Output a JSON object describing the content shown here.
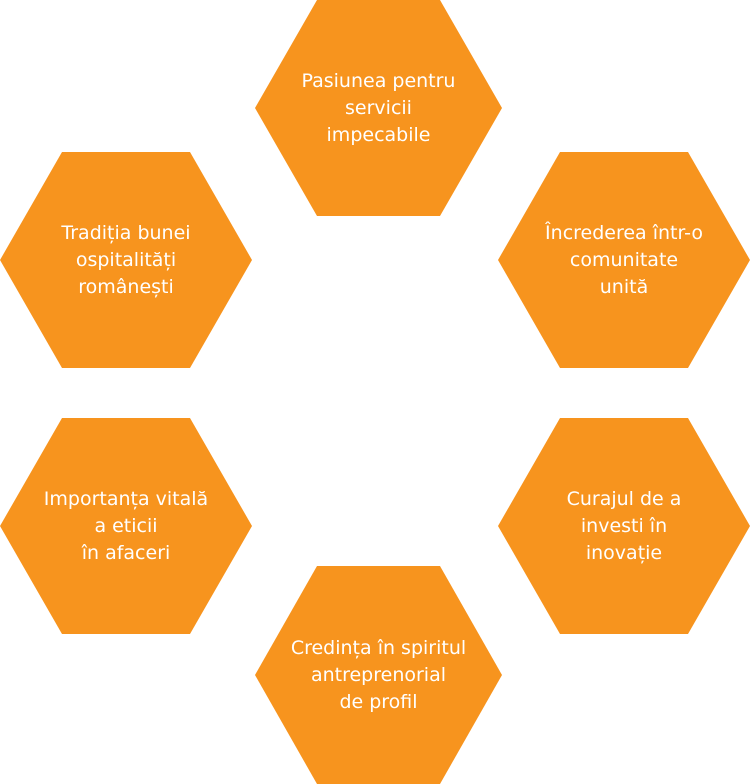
{
  "values": [
    {
      "id": "pasiunea",
      "lines": [
        "Pasiunea pentru",
        "servicii",
        "impecabile"
      ]
    },
    {
      "id": "increderea",
      "lines": [
        "Încrederea într-o",
        "comunitate",
        "unită"
      ]
    },
    {
      "id": "curajul",
      "lines": [
        "Curajul de a",
        "investi în",
        "inovație"
      ]
    },
    {
      "id": "credinta",
      "lines": [
        "Credința în spiritul",
        "antreprenorial",
        "de profil"
      ]
    },
    {
      "id": "importanta",
      "lines": [
        "Importanța vitală",
        "a eticii",
        "în afaceri"
      ]
    },
    {
      "id": "traditia",
      "lines": [
        "Tradiția bunei",
        "ospitalități",
        "românești"
      ]
    }
  ],
  "colors": {
    "hexagon": "#f7941e",
    "text": "#ffffff",
    "background": "#ffffff"
  }
}
